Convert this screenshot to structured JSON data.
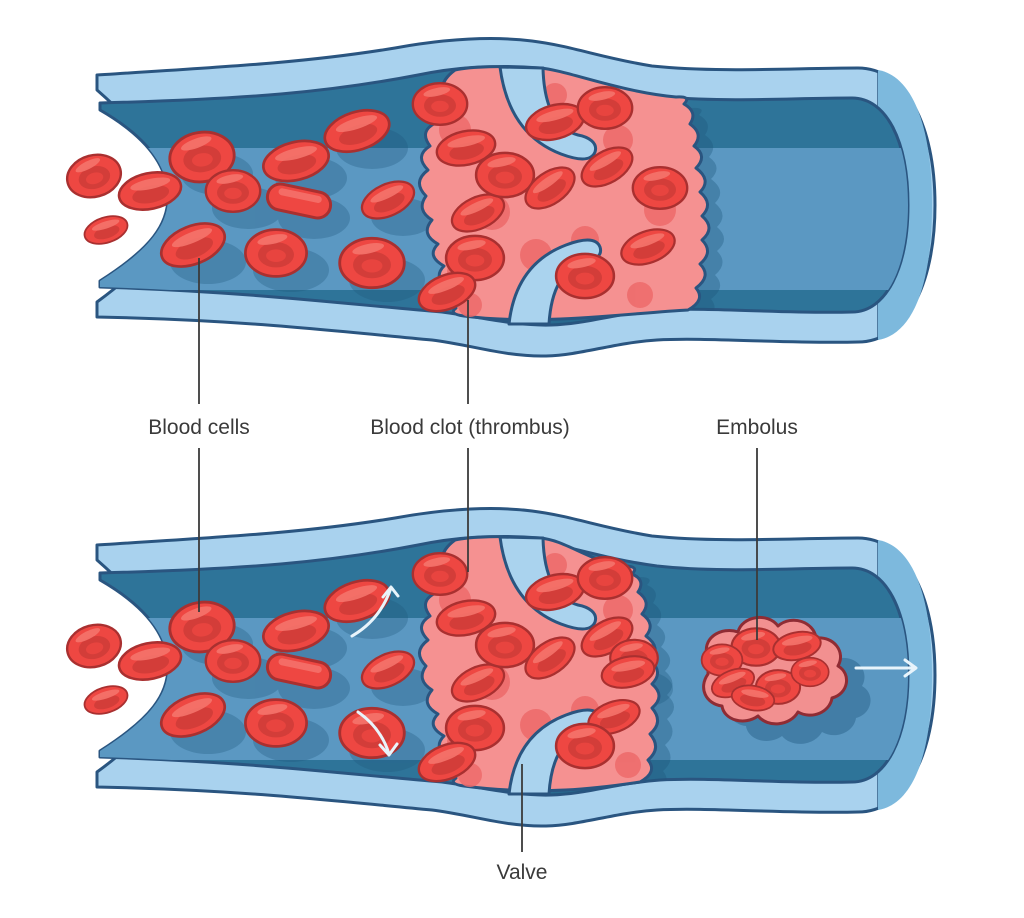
{
  "diagram": {
    "labels": {
      "blood_cells": "Blood cells",
      "blood_clot": "Blood clot (thrombus)",
      "embolus": "Embolus",
      "valve": "Valve"
    },
    "colors": {
      "background": "#ffffff",
      "vessel_wall": "#a9d2ee",
      "vessel_wall_shade": "#7db9dd",
      "vessel_outline": "#2a5580",
      "lumen_dark": "#2e7499",
      "lumen_light": "#5b98c2",
      "lumen_shadow": "#1e567c",
      "cell_fill": "#ee4742",
      "cell_inner": "#d33d39",
      "cell_outline": "#a93030",
      "cell_highlight": "#f4736c",
      "clot_fill": "#f59191",
      "clot_texture": "#ed6a6a",
      "embolus_outline": "#8f2c34",
      "flow_arrow": "#e8f4fb",
      "label_text": "#3a3a3a"
    }
  }
}
